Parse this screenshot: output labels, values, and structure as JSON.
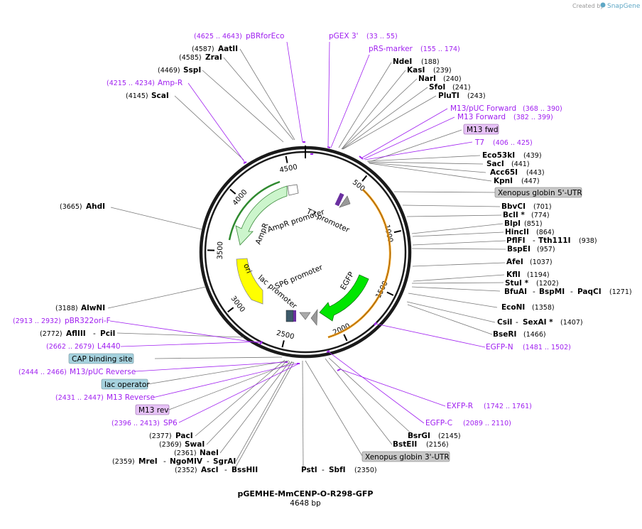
{
  "brand": {
    "created_by": "Created by",
    "name": "SnapGene"
  },
  "plasmid": {
    "name": "pGEMHE-MmCENP-O-R298-GFP",
    "size": "4648 bp"
  },
  "ticks": [
    "500",
    "1000",
    "1500",
    "2000",
    "2500",
    "3000",
    "3500",
    "4000",
    "4500"
  ],
  "enzymes": [
    {
      "name": "AatII",
      "pos": "(4587)"
    },
    {
      "name": "ZraI",
      "pos": "(4585)"
    },
    {
      "name": "SspI",
      "pos": "(4469)"
    },
    {
      "name": "ScaI",
      "pos": "(4145)"
    },
    {
      "name": "AhdI",
      "pos": "(3665)"
    },
    {
      "name": "AlwNI",
      "pos": "(3188)"
    },
    {
      "name": "AflIII",
      "name2": "PciI",
      "pos": "(2772)"
    },
    {
      "name": "PacI",
      "pos": "(2377)"
    },
    {
      "name": "SwaI",
      "pos": "(2369)"
    },
    {
      "name": "NaeI",
      "pos": "(2361)"
    },
    {
      "name": "MreI",
      "name2": "NgoMIV",
      "name3": "SgrAI",
      "pos": "(2359)"
    },
    {
      "name": "AscI",
      "name2": "BssHII",
      "pos": "(2352)"
    },
    {
      "name": "PstI",
      "name2": "SbfI",
      "pos": "(2350)"
    },
    {
      "name": "BstEII",
      "pos": "(2156)"
    },
    {
      "name": "BsrGI",
      "pos": "(2145)"
    },
    {
      "name": "BseRI",
      "pos": "(1466)"
    },
    {
      "name": "CsiI",
      "name2": "SexAI *",
      "pos": "(1407)"
    },
    {
      "name": "EcoNI",
      "pos": "(1358)"
    },
    {
      "name": "BfuAI",
      "name2": "BspMI",
      "name3": "PaqCI",
      "pos": "(1271)"
    },
    {
      "name": "StuI *",
      "pos": "(1202)"
    },
    {
      "name": "KflI",
      "pos": "(1194)"
    },
    {
      "name": "AfeI",
      "pos": "(1037)"
    },
    {
      "name": "BspEI",
      "pos": "(957)"
    },
    {
      "name": "PflFI",
      "name2": "Tth111I",
      "pos": "(938)"
    },
    {
      "name": "HincII",
      "pos": "(864)"
    },
    {
      "name": "BlpI",
      "pos": "(851)"
    },
    {
      "name": "BclI *",
      "pos": "(774)"
    },
    {
      "name": "BbvCI",
      "pos": "(701)"
    },
    {
      "name": "KpnI",
      "pos": "(447)"
    },
    {
      "name": "Acc65I",
      "pos": "(443)"
    },
    {
      "name": "SacI",
      "pos": "(441)"
    },
    {
      "name": "Eco53kI",
      "pos": "(439)"
    },
    {
      "name": "PluTI",
      "pos": "(243)"
    },
    {
      "name": "SfoI",
      "pos": "(241)"
    },
    {
      "name": "NarI",
      "pos": "(240)"
    },
    {
      "name": "KasI",
      "pos": "(239)"
    },
    {
      "name": "NdeI",
      "pos": "(188)"
    }
  ],
  "primers": [
    {
      "name": "pBRforEco",
      "pos": "(4625 .. 4643)"
    },
    {
      "name": "pGEX 3'",
      "pos": "(33 .. 55)"
    },
    {
      "name": "pRS-marker",
      "pos": "(155 .. 174)"
    },
    {
      "name": "Amp-R",
      "pos": "(4215 .. 4234)"
    },
    {
      "name": "M13/pUC Forward",
      "pos": "(368 .. 390)"
    },
    {
      "name": "M13 Forward",
      "pos": "(382 .. 399)"
    },
    {
      "name": "T7",
      "pos": "(406 .. 425)"
    },
    {
      "name": "pBR322ori-F",
      "pos": "(2913 .. 2932)"
    },
    {
      "name": "L4440",
      "pos": "(2662 .. 2679)"
    },
    {
      "name": "M13/pUC Reverse",
      "pos": "(2444 .. 2466)"
    },
    {
      "name": "M13 Reverse",
      "pos": "(2431 .. 2447)"
    },
    {
      "name": "SP6",
      "pos": "(2396 .. 2413)"
    },
    {
      "name": "EGFP-N",
      "pos": "(1481 .. 1502)"
    },
    {
      "name": "EXFP-R",
      "pos": "(1742 .. 1761)"
    },
    {
      "name": "EGFP-C",
      "pos": "(2089 .. 2110)"
    }
  ],
  "boxed_features": [
    {
      "name": "M13 fwd"
    },
    {
      "name": "Xenopus globin 5'-UTR"
    },
    {
      "name": "CAP binding site"
    },
    {
      "name": "lac operator"
    },
    {
      "name": "M13 rev"
    },
    {
      "name": "Xenopus globin 3'-UTR"
    }
  ],
  "features": {
    "ampr_promoter": "AmpR promoter",
    "t7_promoter": "T7 promoter",
    "ampr": "AmpR",
    "ori": "ori",
    "lac_promoter": "lac promoter",
    "sp6_promoter": "SP6 promoter",
    "egfp": "EGFP"
  },
  "colors": {
    "ampr": "#ccf5cc",
    "ampr_border": "#3a8a3a",
    "ori": "#ffff00",
    "egfp": "#00e600",
    "promoter": "#ffffff",
    "primer": "#a020f0",
    "boxed_purple": "#e7c3f7",
    "boxed_gray": "#c8c8c8",
    "boxed_blue": "#a6d2de"
  }
}
